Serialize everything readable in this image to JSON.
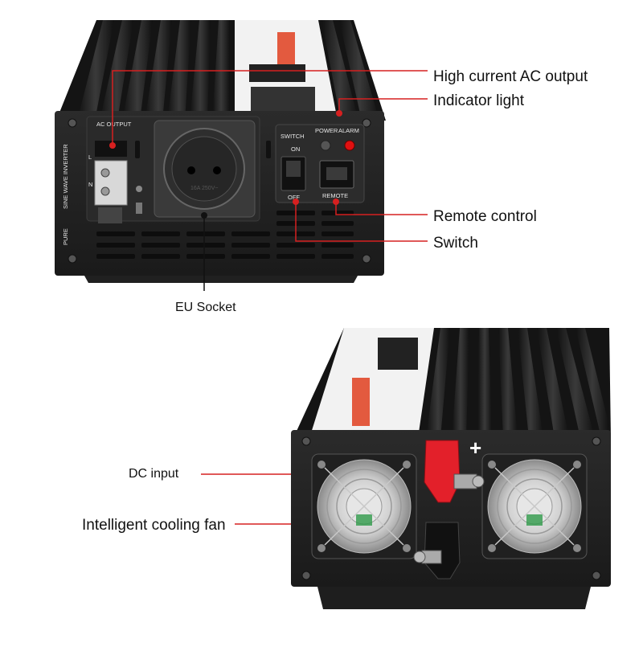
{
  "callouts": {
    "high_current_ac_output": "High current AC output",
    "indicator_light": "Indicator light",
    "remote_control": "Remote control",
    "switch": "Switch",
    "eu_socket": "EU Socket",
    "dc_input": "DC input",
    "intelligent_cooling_fan": "Intelligent cooling fan"
  },
  "panel_labels": {
    "ac_output": "AC OUTPUT",
    "sine_wave_inverter": "SINE WAVE INVERTER",
    "pure": "PURE",
    "switch": "SWITCH",
    "on": "ON",
    "off": "OFF",
    "power": "POWER",
    "alarm": "ALARM",
    "remote": "REMOTE",
    "socket_rating": "16A 250V~",
    "terminal_n": "N",
    "terminal_l": "L",
    "plus_sign": "+"
  },
  "colors": {
    "background": "#ffffff",
    "housing": "#1a1a1a",
    "fin": "#2e2e2e",
    "panel": "#262626",
    "leader_line": "#d62020",
    "alarm_led": "#e01010",
    "power_led": "#555555",
    "positive_terminal": "#e3202a",
    "negative_terminal": "#111111",
    "fan_guard": "#c8c8c8"
  }
}
